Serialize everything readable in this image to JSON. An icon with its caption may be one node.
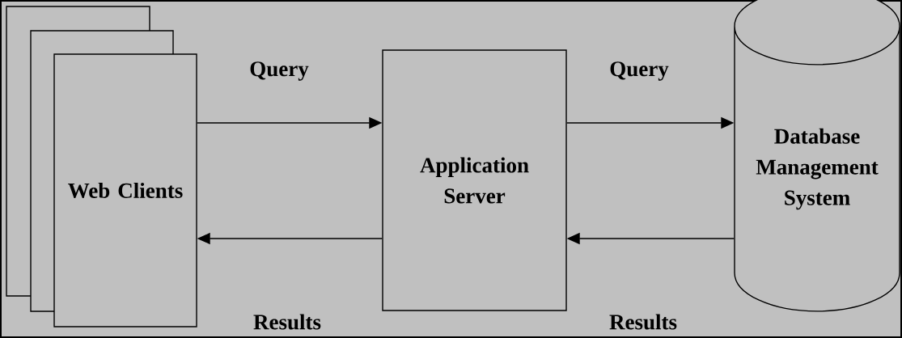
{
  "diagram": {
    "nodes": [
      {
        "text": [],
        "shape": "box"
      },
      {
        "text": [],
        "shape": "box"
      },
      {
        "text": [
          "Web Clients"
        ]
      },
      {
        "text": [
          "Application Server"
        ]
      },
      {
        "text": [
          "Database Management System"
        ]
      }
    ],
    "edges": [
      {
        "from": 2,
        "to": 3,
        "arrow": "to",
        "label": "Query"
      },
      {
        "from": 3,
        "to": 4,
        "arrow": "to",
        "label": "Query"
      },
      {
        "from": 4,
        "to": 3,
        "arrow": "to",
        "label": "Results"
      },
      {
        "from": 3,
        "to": 2,
        "arrow": "to",
        "label": "Results"
      }
    ]
  }
}
